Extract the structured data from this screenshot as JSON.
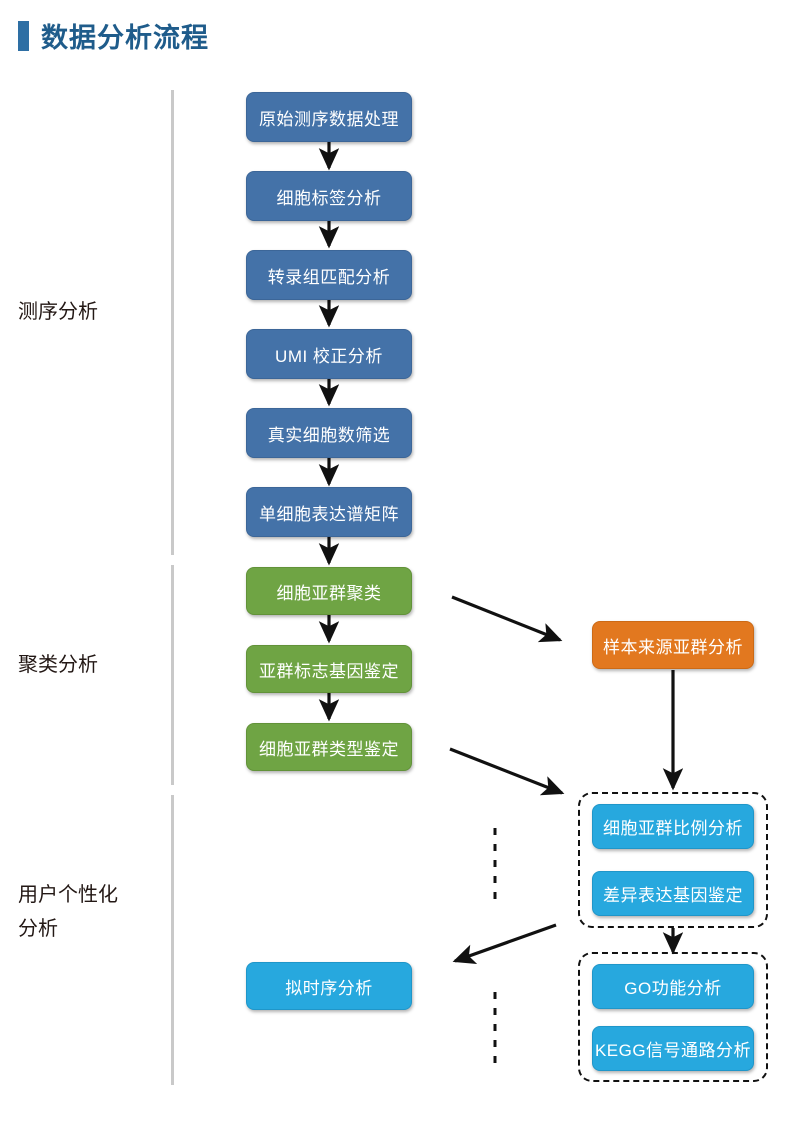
{
  "page": {
    "title": "数据分析流程",
    "accent_color": "#2E6FA4",
    "title_color": "#1F5C8B",
    "background": "#ffffff"
  },
  "palette": {
    "blue": "#4472A8",
    "green": "#6FA444",
    "orange": "#E2781F",
    "cyan": "#27A8DE",
    "divider": "#c9c9c9",
    "arrow": "#111111",
    "label_text": "#231815"
  },
  "sections": [
    {
      "id": "sequencing",
      "label": "测序分析"
    },
    {
      "id": "clustering",
      "label": "聚类分析"
    },
    {
      "id": "custom",
      "label": "用户个性化\n分析"
    }
  ],
  "chart_data": {
    "type": "flowchart",
    "title": "数据分析流程",
    "lanes": [
      "测序分析",
      "聚类分析",
      "用户个性化分析"
    ],
    "nodes": [
      {
        "id": "n1",
        "label": "原始测序数据处理",
        "color": "blue",
        "lane": "测序分析"
      },
      {
        "id": "n2",
        "label": "细胞标签分析",
        "color": "blue",
        "lane": "测序分析"
      },
      {
        "id": "n3",
        "label": "转录组匹配分析",
        "color": "blue",
        "lane": "测序分析"
      },
      {
        "id": "n4",
        "label": "UMI 校正分析",
        "color": "blue",
        "lane": "测序分析"
      },
      {
        "id": "n5",
        "label": "真实细胞数筛选",
        "color": "blue",
        "lane": "测序分析"
      },
      {
        "id": "n6",
        "label": "单细胞表达谱矩阵",
        "color": "blue",
        "lane": "测序分析"
      },
      {
        "id": "n7",
        "label": "细胞亚群聚类",
        "color": "green",
        "lane": "聚类分析"
      },
      {
        "id": "n8",
        "label": "亚群标志基因鉴定",
        "color": "green",
        "lane": "聚类分析"
      },
      {
        "id": "n9",
        "label": "细胞亚群类型鉴定",
        "color": "green",
        "lane": "聚类分析"
      },
      {
        "id": "n10",
        "label": "样本来源亚群分析",
        "color": "orange",
        "lane": "聚类分析"
      },
      {
        "id": "n11",
        "label": "细胞亚群比例分析",
        "color": "cyan",
        "lane": "用户个性化分析",
        "group": "g1"
      },
      {
        "id": "n12",
        "label": "差异表达基因鉴定",
        "color": "cyan",
        "lane": "用户个性化分析",
        "group": "g1"
      },
      {
        "id": "n13",
        "label": "拟时序分析",
        "color": "cyan",
        "lane": "用户个性化分析"
      },
      {
        "id": "n14",
        "label": "GO功能分析",
        "color": "cyan",
        "lane": "用户个性化分析",
        "group": "g2"
      },
      {
        "id": "n15",
        "label": "KEGG信号通路分析",
        "color": "cyan",
        "lane": "用户个性化分析",
        "group": "g2"
      }
    ],
    "groups": [
      {
        "id": "g1",
        "style": "dashed",
        "members": [
          "n11",
          "n12"
        ]
      },
      {
        "id": "g2",
        "style": "dashed",
        "members": [
          "n14",
          "n15"
        ]
      }
    ],
    "edges": [
      {
        "from": "n1",
        "to": "n2",
        "style": "solid"
      },
      {
        "from": "n2",
        "to": "n3",
        "style": "solid"
      },
      {
        "from": "n3",
        "to": "n4",
        "style": "solid"
      },
      {
        "from": "n4",
        "to": "n5",
        "style": "solid"
      },
      {
        "from": "n5",
        "to": "n6",
        "style": "solid"
      },
      {
        "from": "n6",
        "to": "n7",
        "style": "solid"
      },
      {
        "from": "n7",
        "to": "n8",
        "style": "solid"
      },
      {
        "from": "n8",
        "to": "n9",
        "style": "solid"
      },
      {
        "from": "n7",
        "to": "n10",
        "style": "solid-diagonal"
      },
      {
        "from": "n9",
        "to": "g1",
        "style": "solid-diagonal"
      },
      {
        "from": "n10",
        "to": "g1",
        "style": "solid"
      },
      {
        "from": "g1",
        "to": "g2",
        "style": "solid"
      },
      {
        "from": "g1",
        "to": "n13",
        "style": "solid-diagonal"
      },
      {
        "from": "n9",
        "to": "n13",
        "style": "dashed-implied"
      }
    ]
  },
  "nodes": {
    "n1": {
      "label": "原始测序数据处理"
    },
    "n2": {
      "label": "细胞标签分析"
    },
    "n3": {
      "label": "转录组匹配分析"
    },
    "n4": {
      "label": "UMI 校正分析"
    },
    "n5": {
      "label": "真实细胞数筛选"
    },
    "n6": {
      "label": "单细胞表达谱矩阵"
    },
    "n7": {
      "label": "细胞亚群聚类"
    },
    "n8": {
      "label": "亚群标志基因鉴定"
    },
    "n9": {
      "label": "细胞亚群类型鉴定"
    },
    "n10": {
      "label": "样本来源亚群分析"
    },
    "n11": {
      "label": "细胞亚群比例分析"
    },
    "n12": {
      "label": "差异表达基因鉴定"
    },
    "n13": {
      "label": "拟时序分析"
    },
    "n14": {
      "label": "GO功能分析"
    },
    "n15": {
      "label": "KEGG信号通路分析"
    }
  }
}
